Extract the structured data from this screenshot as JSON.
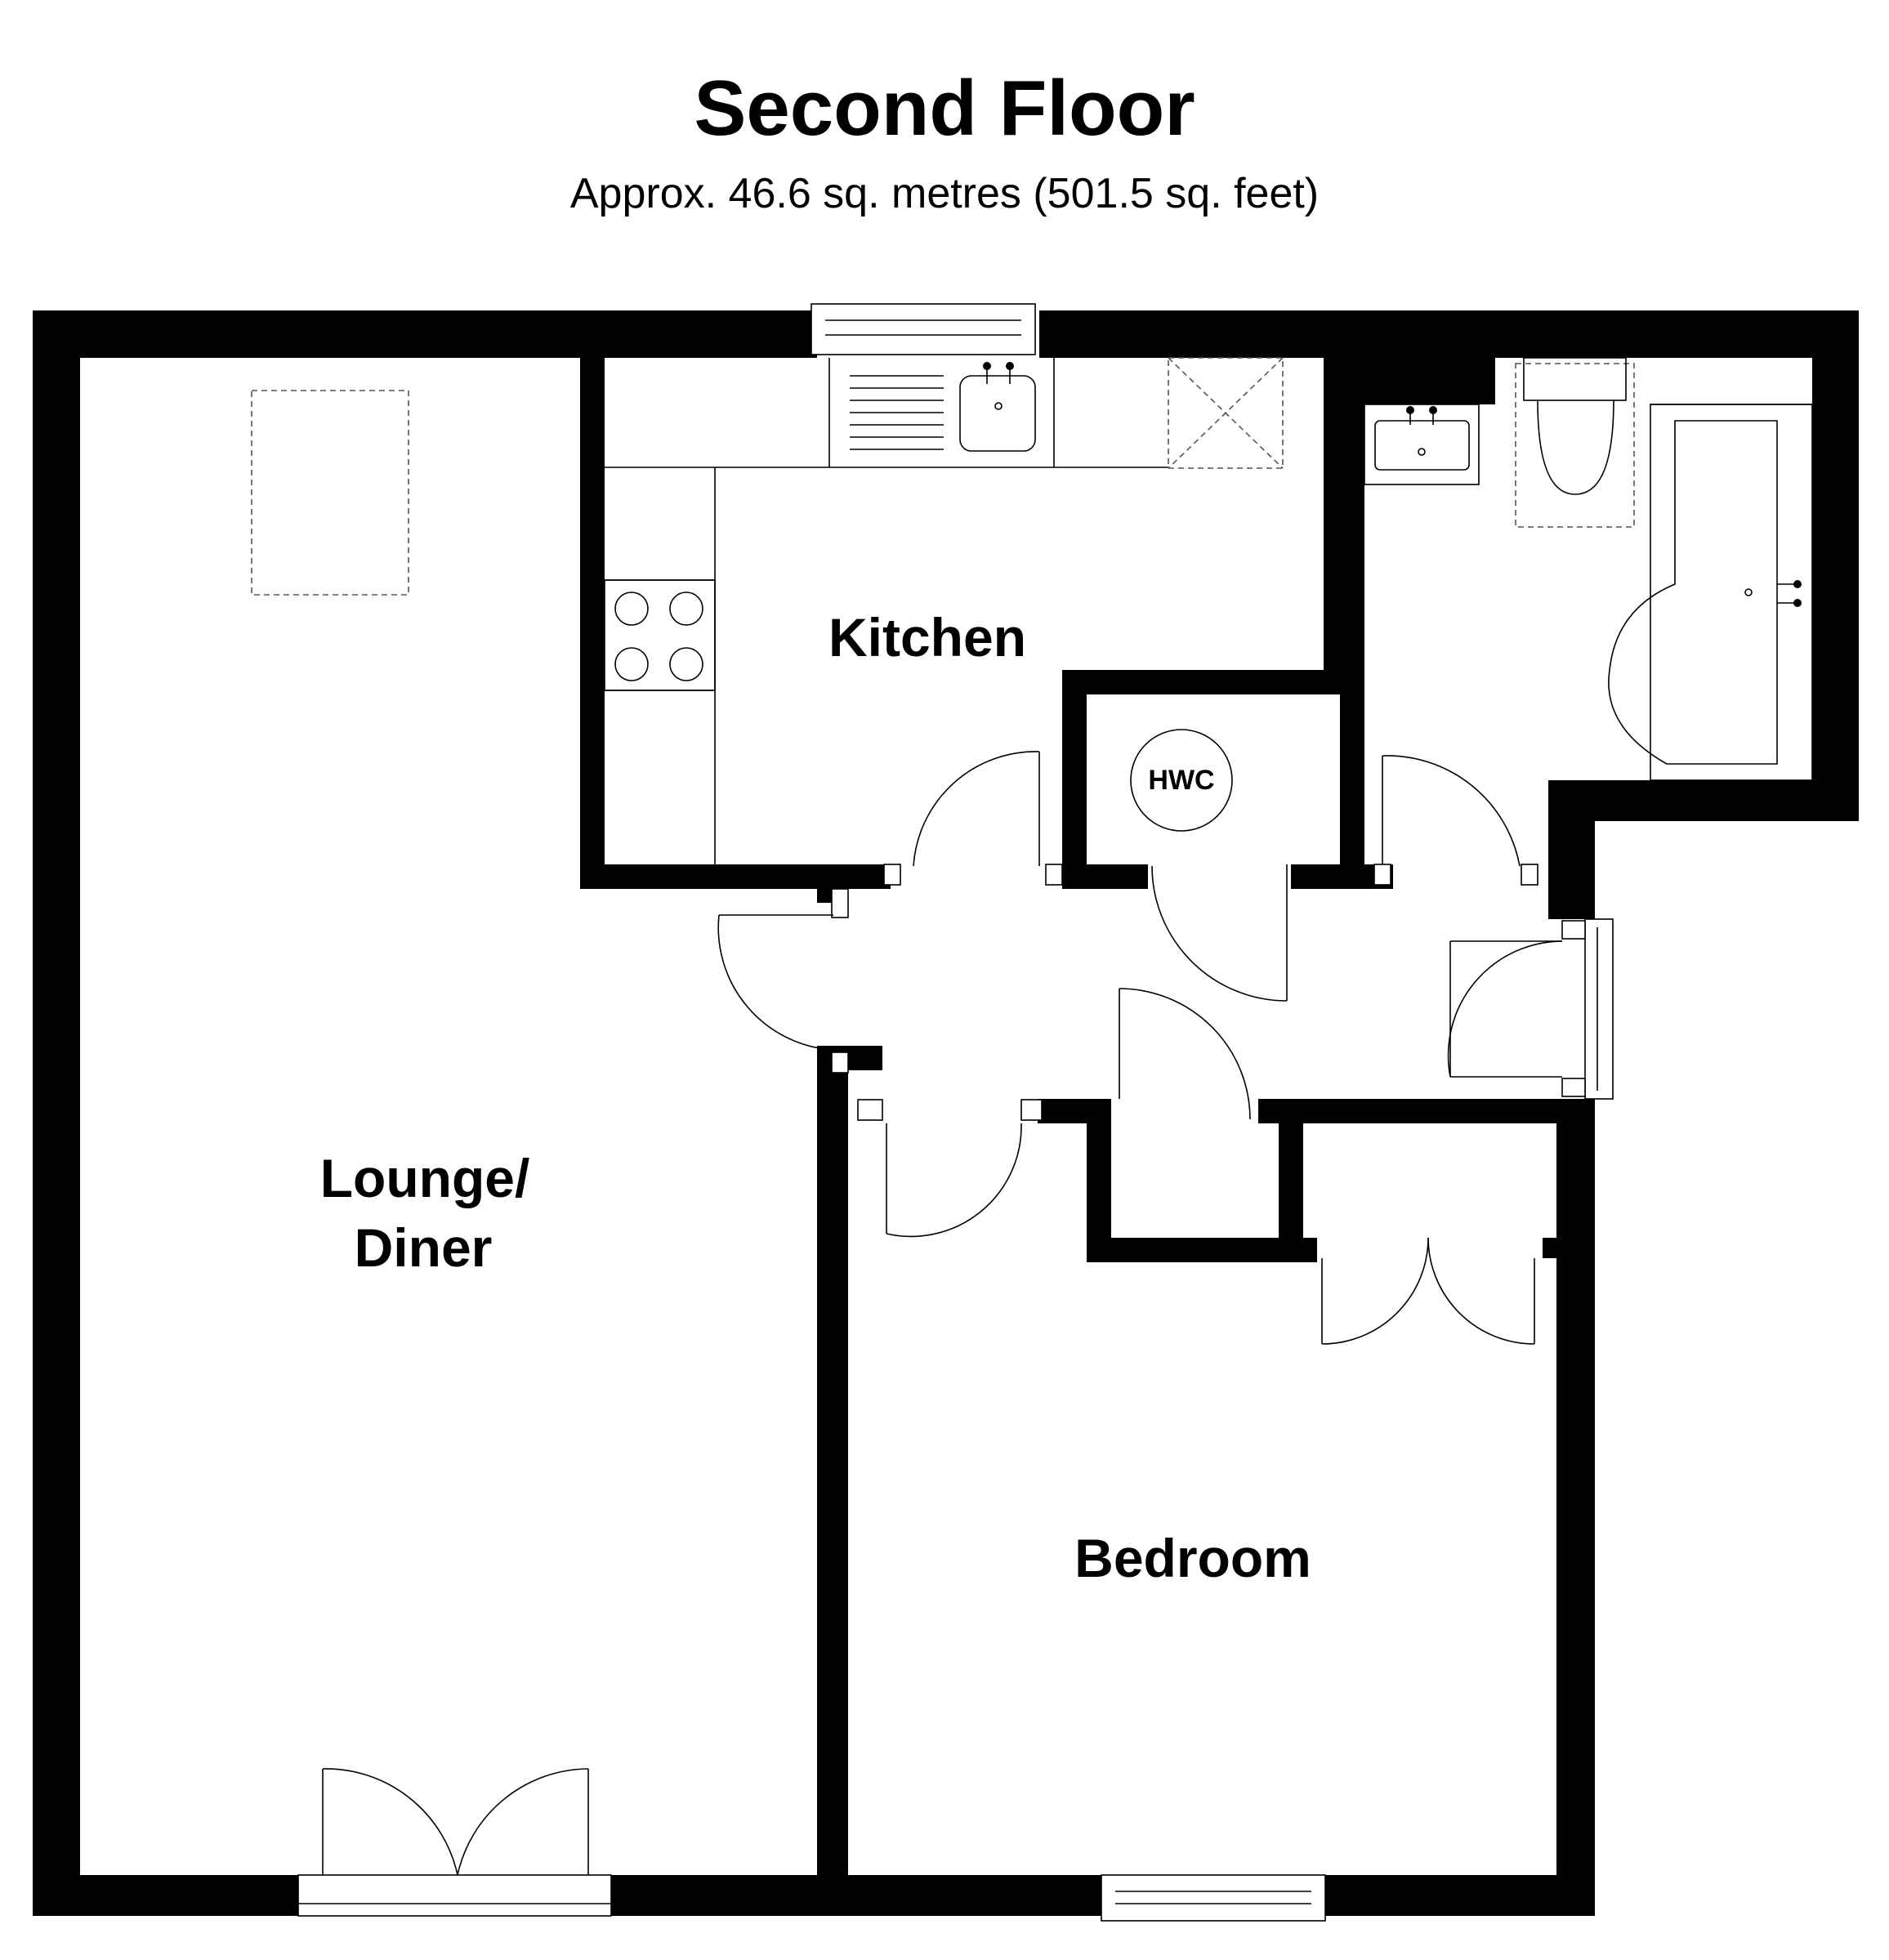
{
  "plan": {
    "title": "Second Floor",
    "subtitle": "Approx. 46.6 sq. metres (501.5 sq. feet)"
  },
  "rooms": {
    "lounge_line1": "Lounge/",
    "lounge_line2": "Diner",
    "kitchen": "Kitchen",
    "bedroom": "Bedroom",
    "hwc": "HWC"
  }
}
